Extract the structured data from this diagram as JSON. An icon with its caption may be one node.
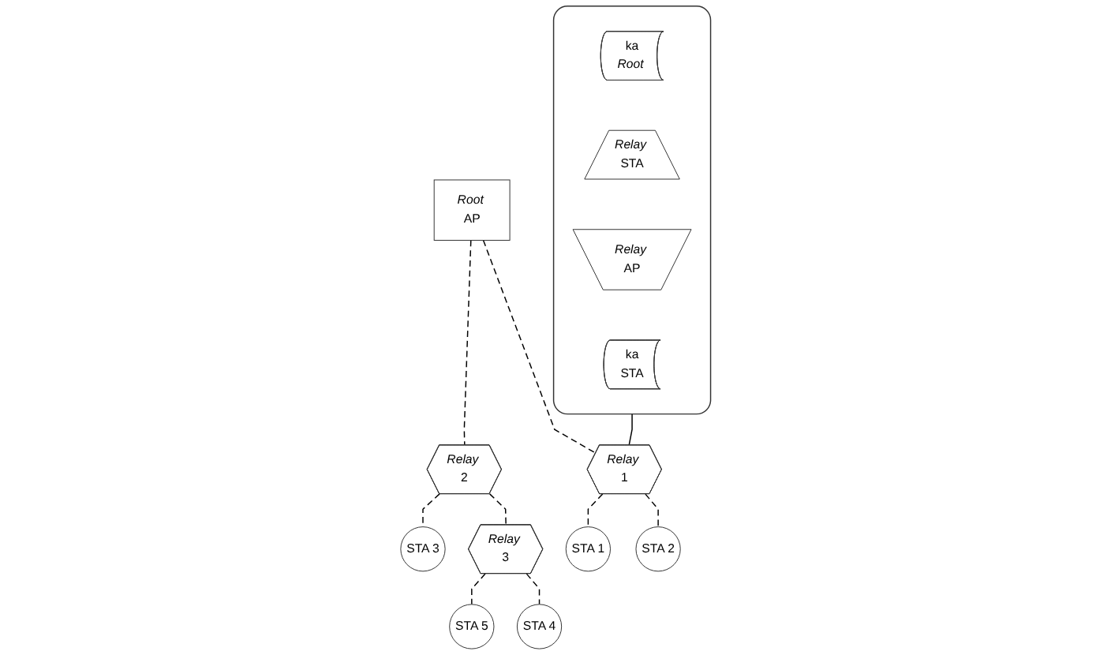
{
  "diagram": {
    "nodes": [
      {
        "text": [
          "Root",
          "AP"
        ]
      },
      {
        "text": [],
        "shape": "bracket"
      },
      {
        "text": [
          "ka",
          "Root"
        ],
        "in": 1
      },
      {
        "text": [
          "Relay",
          "STA"
        ],
        "in": 1
      },
      {
        "text": [
          "Relay",
          "AP"
        ],
        "in": 1
      },
      {
        "text": [
          "ka",
          "STA"
        ],
        "in": 1
      },
      {
        "text": [
          "Relay",
          "1"
        ]
      },
      {
        "text": [
          "Relay",
          "2"
        ]
      },
      {
        "text": [
          "STA 3"
        ]
      },
      {
        "text": [
          "Relay",
          "3"
        ]
      },
      {
        "text": [
          "STA 5"
        ]
      },
      {
        "text": [
          "STA 1"
        ]
      },
      {
        "text": [
          "STA 2"
        ]
      },
      {
        "text": [
          "STA 4"
        ]
      }
    ],
    "edges": [
      {
        "from": 0,
        "to": 6,
        "arrow": "none",
        "style": "dashed"
      },
      {
        "from": 0,
        "to": 7,
        "arrow": "none",
        "style": "dashed"
      },
      {
        "from": 1,
        "to": 6,
        "arrow": "none"
      },
      {
        "from": 6,
        "to": 11,
        "arrow": "none",
        "style": "dashed"
      },
      {
        "from": 6,
        "to": 12,
        "arrow": "none",
        "style": "dashed"
      },
      {
        "from": 7,
        "to": 8,
        "arrow": "none",
        "style": "dashed"
      },
      {
        "from": 7,
        "to": 9,
        "arrow": "none",
        "style": "dashed"
      },
      {
        "from": 9,
        "to": 10,
        "arrow": "none",
        "style": "dashed"
      },
      {
        "from": 9,
        "to": 13,
        "arrow": "none",
        "style": "dashed"
      }
    ]
  }
}
